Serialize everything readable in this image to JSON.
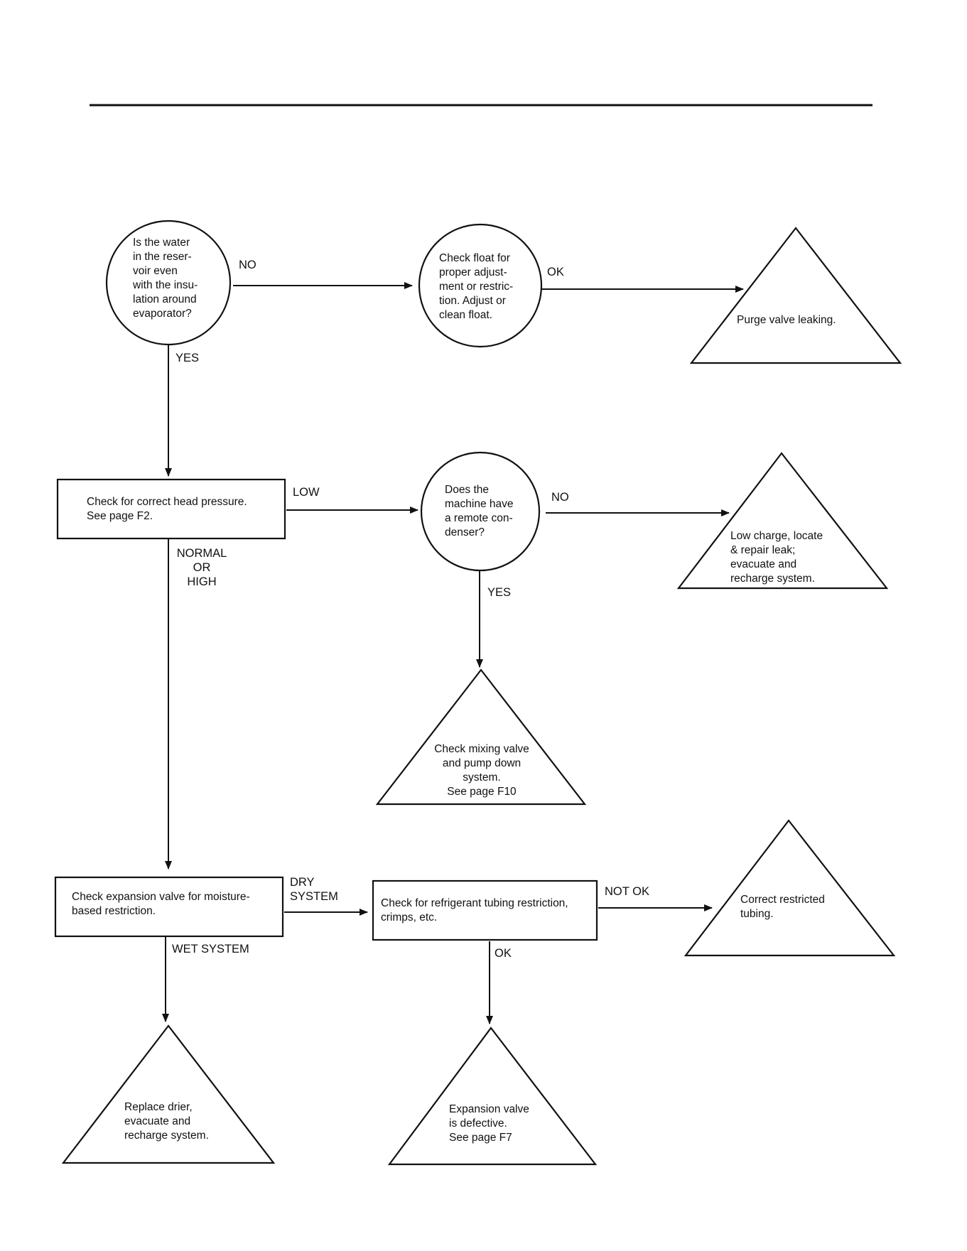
{
  "nodes": {
    "q_water": {
      "lines": [
        "Is the water",
        "in the reser-",
        "voir even",
        "with the insu-",
        "lation around",
        "evaporator?"
      ]
    },
    "check_float": {
      "lines": [
        "Check float for",
        "proper adjust-",
        "ment or restric-",
        "tion. Adjust or",
        "clean float."
      ]
    },
    "purge_valve": {
      "lines": [
        "Purge valve leaking."
      ]
    },
    "check_head": {
      "lines": [
        "Check for correct head pressure.",
        "See page F2."
      ]
    },
    "q_remote": {
      "lines": [
        "Does the",
        "machine have",
        "a remote con-",
        "denser?"
      ]
    },
    "low_charge": {
      "lines": [
        "Low charge, locate",
        "& repair leak;",
        "evacuate and",
        "recharge system."
      ]
    },
    "mixing_valve": {
      "lines": [
        "Check mixing valve",
        "and pump down",
        "system.",
        "See page F10"
      ]
    },
    "check_expansion": {
      "lines": [
        "Check expansion valve for moisture-",
        "based restriction."
      ]
    },
    "check_tubing": {
      "lines": [
        "Check for refrigerant tubing restriction,",
        "crimps, etc."
      ]
    },
    "correct_tubing": {
      "lines": [
        "Correct restricted",
        "tubing."
      ]
    },
    "replace_drier": {
      "lines": [
        "Replace drier,",
        "evacuate and",
        "recharge system."
      ]
    },
    "expansion_defective": {
      "lines": [
        "Expansion valve",
        "is defective.",
        "See page F7"
      ]
    }
  },
  "edge_labels": {
    "water_no": "NO",
    "water_yes": "YES",
    "float_ok": "OK",
    "head_low": "LOW",
    "head_normal_high": [
      "NORMAL",
      "OR",
      "HIGH"
    ],
    "remote_no": "NO",
    "remote_yes": "YES",
    "expansion_dry": [
      "DRY",
      "SYSTEM"
    ],
    "expansion_wet": "WET SYSTEM",
    "tubing_not_ok": "NOT OK",
    "tubing_ok": "OK"
  }
}
